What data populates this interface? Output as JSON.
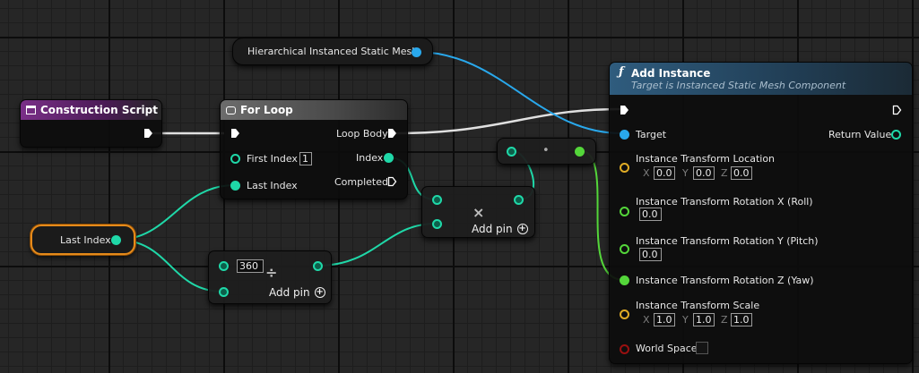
{
  "nodes": {
    "construction_script": {
      "title": "Construction Script"
    },
    "for_loop": {
      "title": "For Loop",
      "first_index_label": "First Index",
      "first_index_value": "1",
      "last_index_label": "Last Index",
      "loop_body_label": "Loop Body",
      "index_label": "Index",
      "completed_label": "Completed"
    },
    "hism": {
      "label": "Hierarchical Instanced Static Mesh"
    },
    "last_index_var": {
      "label": "Last Index"
    },
    "divide": {
      "value": "360",
      "operator": "÷",
      "add_pin_label": "Add pin"
    },
    "multiply": {
      "operator": "×",
      "add_pin_label": "Add pin"
    },
    "reroute": {
      "dot": "•"
    },
    "add_instance": {
      "title": "Add Instance",
      "subtitle": "Target is Instanced Static Mesh Component",
      "target_label": "Target",
      "return_value_label": "Return Value",
      "location_label": "Instance Transform Location",
      "location": {
        "x_axis": "X",
        "y_axis": "Y",
        "z_axis": "Z",
        "x": "0.0",
        "y": "0.0",
        "z": "0.0"
      },
      "rot_x_label": "Instance Transform Rotation X (Roll)",
      "rot_x_value": "0.0",
      "rot_y_label": "Instance Transform Rotation Y (Pitch)",
      "rot_y_value": "0.0",
      "rot_z_label": "Instance Transform Rotation Z (Yaw)",
      "scale_label": "Instance Transform Scale",
      "scale": {
        "x_axis": "X",
        "y_axis": "Y",
        "z_axis": "Z",
        "x": "1.0",
        "y": "1.0",
        "z": "1.0"
      },
      "world_space_label": "World Space"
    }
  },
  "icons": {
    "construction_script": "script-icon",
    "for_loop": "loop-icon",
    "add_instance": "function-icon"
  },
  "colors": {
    "exec_wire": "#e8e8e8",
    "integer_pin": "#1fd8a8",
    "float_pin": "#54d63a",
    "object_pin": "#29a8ec",
    "vector_pin": "#e0ac25",
    "bool_pin": "#9a1010",
    "construction_header": "#7a2f88",
    "function_header": "#2f5c7e",
    "selection_outline": "#e68a1a"
  }
}
